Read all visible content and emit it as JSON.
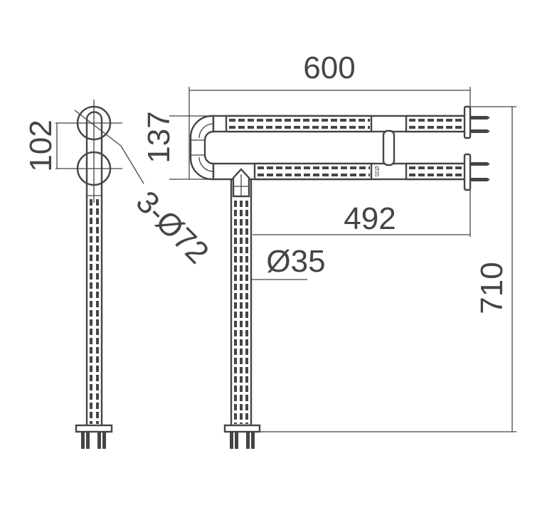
{
  "drawing": {
    "dimensions": {
      "overall_width": "600",
      "rail_spacing": "137",
      "side_spacing": "102",
      "flange_spec": "3-Ø72",
      "leg_offset": "492",
      "tube_diameter": "Ø35",
      "overall_height": "710"
    },
    "tube_marking": "Ø35",
    "line_color": "#454545"
  }
}
